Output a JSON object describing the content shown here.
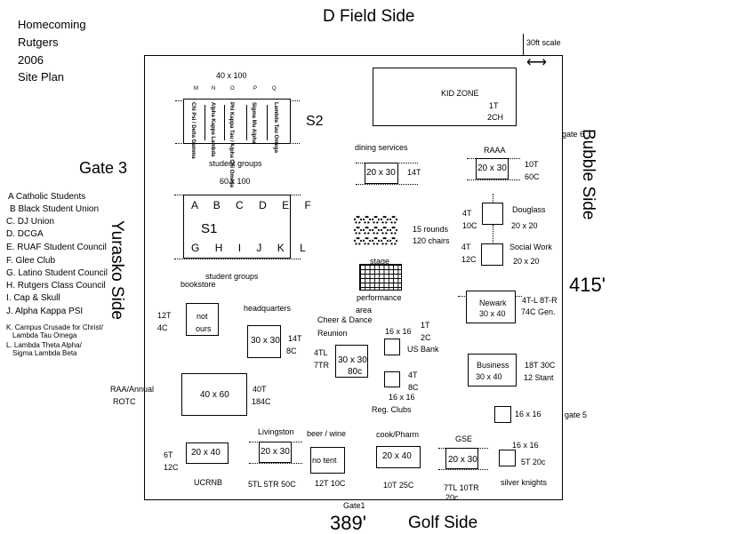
{
  "header": {
    "title_lines": [
      "Homecoming",
      "Rutgers",
      "2006",
      "Site Plan"
    ]
  },
  "sides": {
    "top": "D Field Side",
    "bottom": "Golf Side",
    "left": "Yurasko Side",
    "right": "Bubble Side",
    "right_length": "415'",
    "bottom_length": "389'"
  },
  "gates": {
    "gate3": "Gate 3",
    "gate_top_right": "gate 6",
    "gate5": "gate 5",
    "gate1": "Gate1"
  },
  "scale": {
    "label": "30ft scale",
    "arrow": "⟷"
  },
  "legend": [
    "A Catholic Students",
    "B Black Student Union",
    "C. DJ Union",
    "D. DCGA",
    "E. RUAF Student Council",
    "F. Glee Club",
    "G. Latino Student Council",
    "H. Rutgers Class Council",
    "I.  Cap & Skull",
    "J.  Alpha Kappa PSI",
    "K. Campus Crusade for Christ/",
    "Lambda Tau Omega",
    "L. Lambda Theta Alpha/",
    "Sigma Lambda Beta"
  ],
  "s2": {
    "dims": "40 x 100",
    "label": "S2",
    "caption": "student groups",
    "columns": [
      {
        "letter": "M",
        "name": "Chi Psi / Delta Gamma"
      },
      {
        "letter": "N",
        "name": "Alpha Kappa Lambda"
      },
      {
        "letter": "O",
        "name": "Phi Kappa Tau / Alpha Chi Omega"
      },
      {
        "letter": "P",
        "name": "Sigma Mu Alpha"
      },
      {
        "letter": "Q",
        "name": "Lambda Tau Omega"
      }
    ]
  },
  "s1": {
    "dims": "60 x 100",
    "label": "S1",
    "caption": "student groups",
    "top_row": [
      "A",
      "B",
      "C",
      "D",
      "E",
      "F"
    ],
    "bottom_row": [
      "G",
      "H",
      "I",
      "J",
      "K",
      "L"
    ]
  },
  "kidzone": {
    "name": "KID ZONE",
    "tables": "1T",
    "chairs": "2CH"
  },
  "dining": {
    "name": "dining services",
    "dims": "20 x 30",
    "tables": "14T"
  },
  "raaa": {
    "name": "RAAA",
    "dims": "20 x 30",
    "tables": "10T",
    "chairs": "60C"
  },
  "douglass": {
    "name": "Douglass",
    "dims": "20 x 20",
    "tables": "4T",
    "chairs": "10C"
  },
  "socialwork": {
    "name": "Social Work",
    "dims": "20 x 20",
    "tables": "4T",
    "chairs": "12C"
  },
  "rounds": {
    "line1": "15 rounds",
    "line2": "120 chairs",
    "count": 15
  },
  "stage": {
    "name": "stage",
    "caption1": "performance",
    "caption2": "area"
  },
  "newark": {
    "name": "Newark",
    "dims": "30 x 40",
    "line1": "4T-L 8T-R",
    "line2": "74C  Gen."
  },
  "business": {
    "name": "Business",
    "dims": "30 x 40",
    "line1": "18T   30C",
    "line2": "12 Stant"
  },
  "small16_right": {
    "dims": "16 x 16"
  },
  "bookstore": {
    "name": "bookstore",
    "text1": "not",
    "text2": "ours",
    "tables": "12T",
    "chairs": "4C"
  },
  "headquarters": {
    "name": "headquarters",
    "dims": "30 x 30",
    "tables": "14T",
    "chairs": "8C"
  },
  "cheer": {
    "name1": "Cheer & Dance",
    "name2": "Reunion",
    "dims": "30 x 30",
    "chairs": "80c",
    "left1": "4TL",
    "left2": "7TR"
  },
  "usbank": {
    "dims": "16 x 16",
    "tables": "1T",
    "chairs": "2C",
    "name": "US Bank"
  },
  "regclubs": {
    "dims": "16 x 16",
    "tables": "4T",
    "chairs": "8C",
    "name": "Reg. Clubs"
  },
  "raa_rotc": {
    "name1": "RAA/Annual",
    "name2": "ROTC",
    "dims": "40 x 60",
    "tables": "40T",
    "chairs": "184C"
  },
  "ucrnb": {
    "name": "UCRNB",
    "dims": "20 x 40",
    "tables": "6T",
    "chairs": "12C"
  },
  "livingston": {
    "name": "Livingston",
    "dims": "20 x 30",
    "counts": "5TL 5TR  50C"
  },
  "beerwine": {
    "name": "beer / wine",
    "text": "no tent",
    "counts": "12T  10C"
  },
  "cookpharm": {
    "name": "cook/Pharm",
    "dims": "20 x 40",
    "counts": "10T 25C"
  },
  "gse": {
    "name": "GSE",
    "dims": "20 x 30",
    "counts1": "7TL 10TR",
    "counts2": "20c"
  },
  "silverknights": {
    "dims": "16 x 16",
    "counts": "5T 20c",
    "name": "silver knights"
  }
}
